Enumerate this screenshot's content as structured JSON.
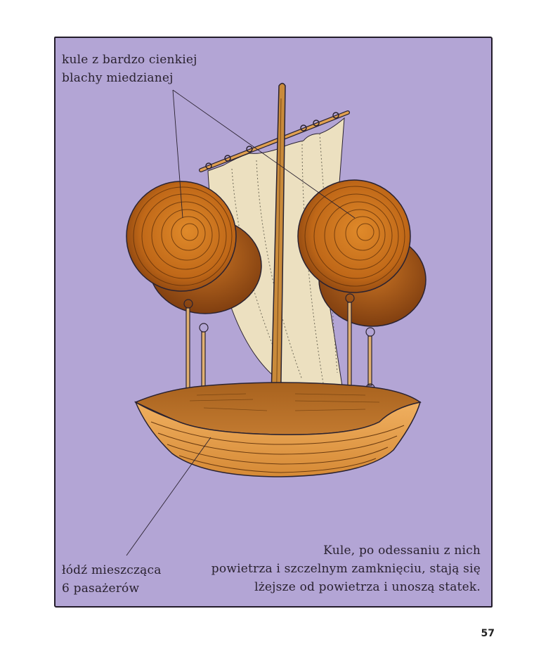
{
  "page": {
    "number": "57",
    "background_color": "#ffffff",
    "panel_color": "#b3a5d5",
    "border_color": "#231c2a"
  },
  "illustration": {
    "subject": "flying-boat-with-copper-spheres",
    "colors": {
      "sphere": "#c9721f",
      "sphere_dark": "#7a3e10",
      "sail": "#ece0c0",
      "mast": "#c98a3a",
      "boat": "#e8a34a",
      "boat_dark": "#8a4e18",
      "line": "#2a2230"
    }
  },
  "captions": {
    "top_left": {
      "lines": [
        "kule z bardzo cienkiej",
        "blachy miedzianej"
      ]
    },
    "bottom_left": {
      "lines": [
        "łódź mieszcząca",
        "6 pasażerów"
      ]
    },
    "bottom_right": {
      "lines": [
        "Kule, po odessaniu z nich",
        "powietrza i szczelnym zamknięciu, stają się",
        "lżejsze od powietrza i unoszą statek."
      ]
    }
  }
}
